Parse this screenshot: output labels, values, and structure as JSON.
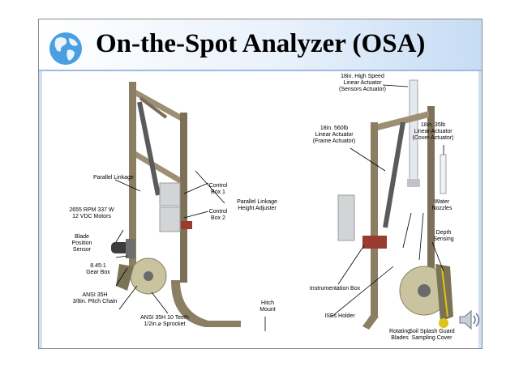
{
  "slide": {
    "title": "On-the-Spot Analyzer (OSA)"
  },
  "icons": {
    "globe": "globe-icon",
    "speaker": "speaker-icon"
  },
  "colors": {
    "frame": "#8c7e62",
    "actuator": "#d8dde2",
    "box": "#d2d4d6",
    "bracket": "#9b3a2e",
    "blade": "#bdb79a",
    "accent_yellow": "#e0c21a"
  },
  "labels": {
    "parallel_linkage": "Parallel Linkage",
    "control_box_1": "Control\nBox 1",
    "control_box_2": "Control\nBox 2",
    "parallel_linkage_height_adjuster": "Parallel Linkage\nHeight Adjuster",
    "motors": "2655 RPM 337 W\n12 VDC Motors",
    "blade_position_sensor": "Blade\nPosition\nSensor",
    "gear_box": "8.45:1\nGear Box",
    "pitch_chain": "ANSI 35H\n3/8in. Pitch Chain",
    "sprocket": "ANSI 35H 10 Teeth\n1/2in.⌀ Sprocket",
    "hitch_mount": "Hitch\nMount",
    "high_speed_actuator": "18in. High Speed\nLinear Actuator\n(Sensors Actuator)",
    "frame_actuator": "18in. 560lb\nLinear Actuator\n(Frame Actuator)",
    "cover_actuator": "18in. 35lb\nLinear Actuator\n(Cover Actuator)",
    "water_nozzles": "Water\nNozzles",
    "depth_sensing": "Depth\nSensing",
    "instrumentation_box": "Instrumentation Box",
    "ises_holder": "ISEs Holder",
    "rotating_blades": "Rotating\nBlades",
    "soil_splash_guard": "Soil Splash Guard\nSampling Cover"
  }
}
